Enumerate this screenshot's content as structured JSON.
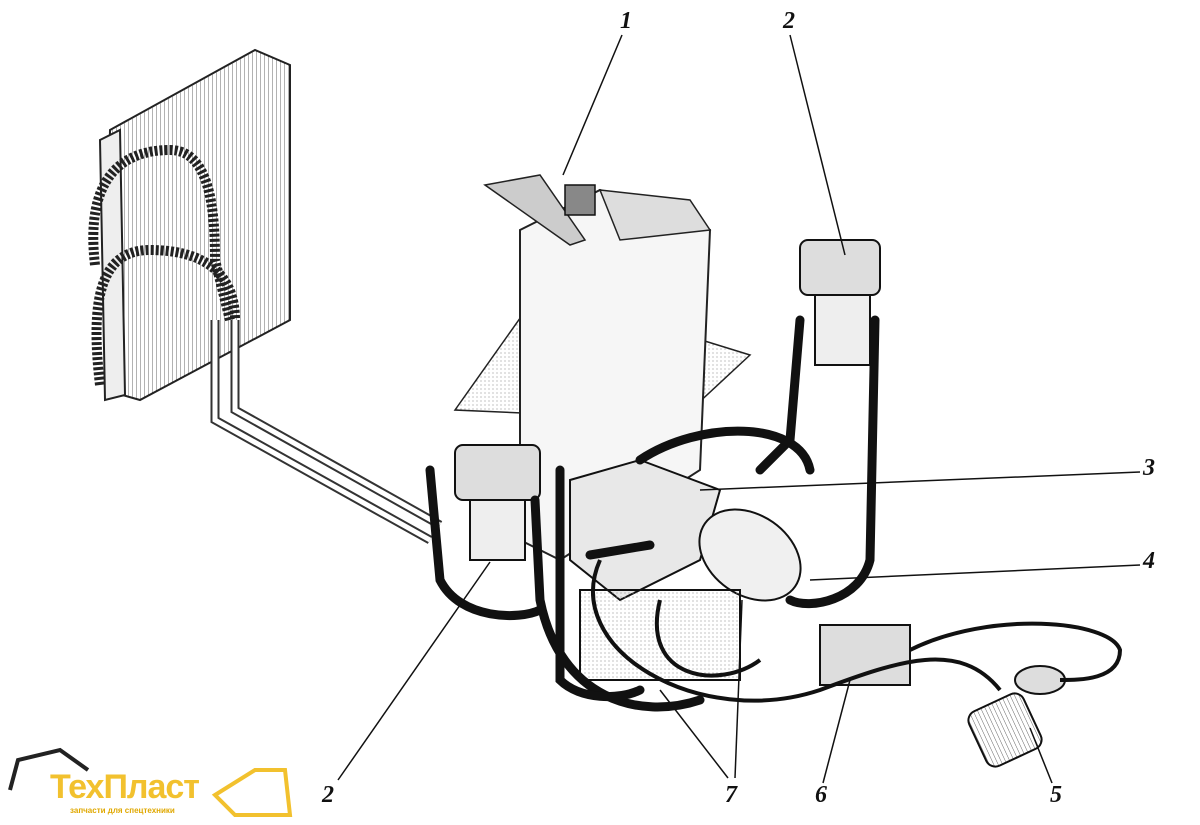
{
  "callouts": [
    {
      "id": "1",
      "label": "1"
    },
    {
      "id": "2a",
      "label": "2"
    },
    {
      "id": "3",
      "label": "3"
    },
    {
      "id": "4",
      "label": "4"
    },
    {
      "id": "5",
      "label": "5"
    },
    {
      "id": "6",
      "label": "6"
    },
    {
      "id": "7",
      "label": "7"
    },
    {
      "id": "2b",
      "label": "2"
    }
  ],
  "logo": {
    "name_part1": "Тех",
    "name_part2": "Пласт",
    "tagline": "запчасти для спецтехники"
  },
  "colors": {
    "ink": "#111111",
    "logo_yellow": "#f2c12e"
  }
}
